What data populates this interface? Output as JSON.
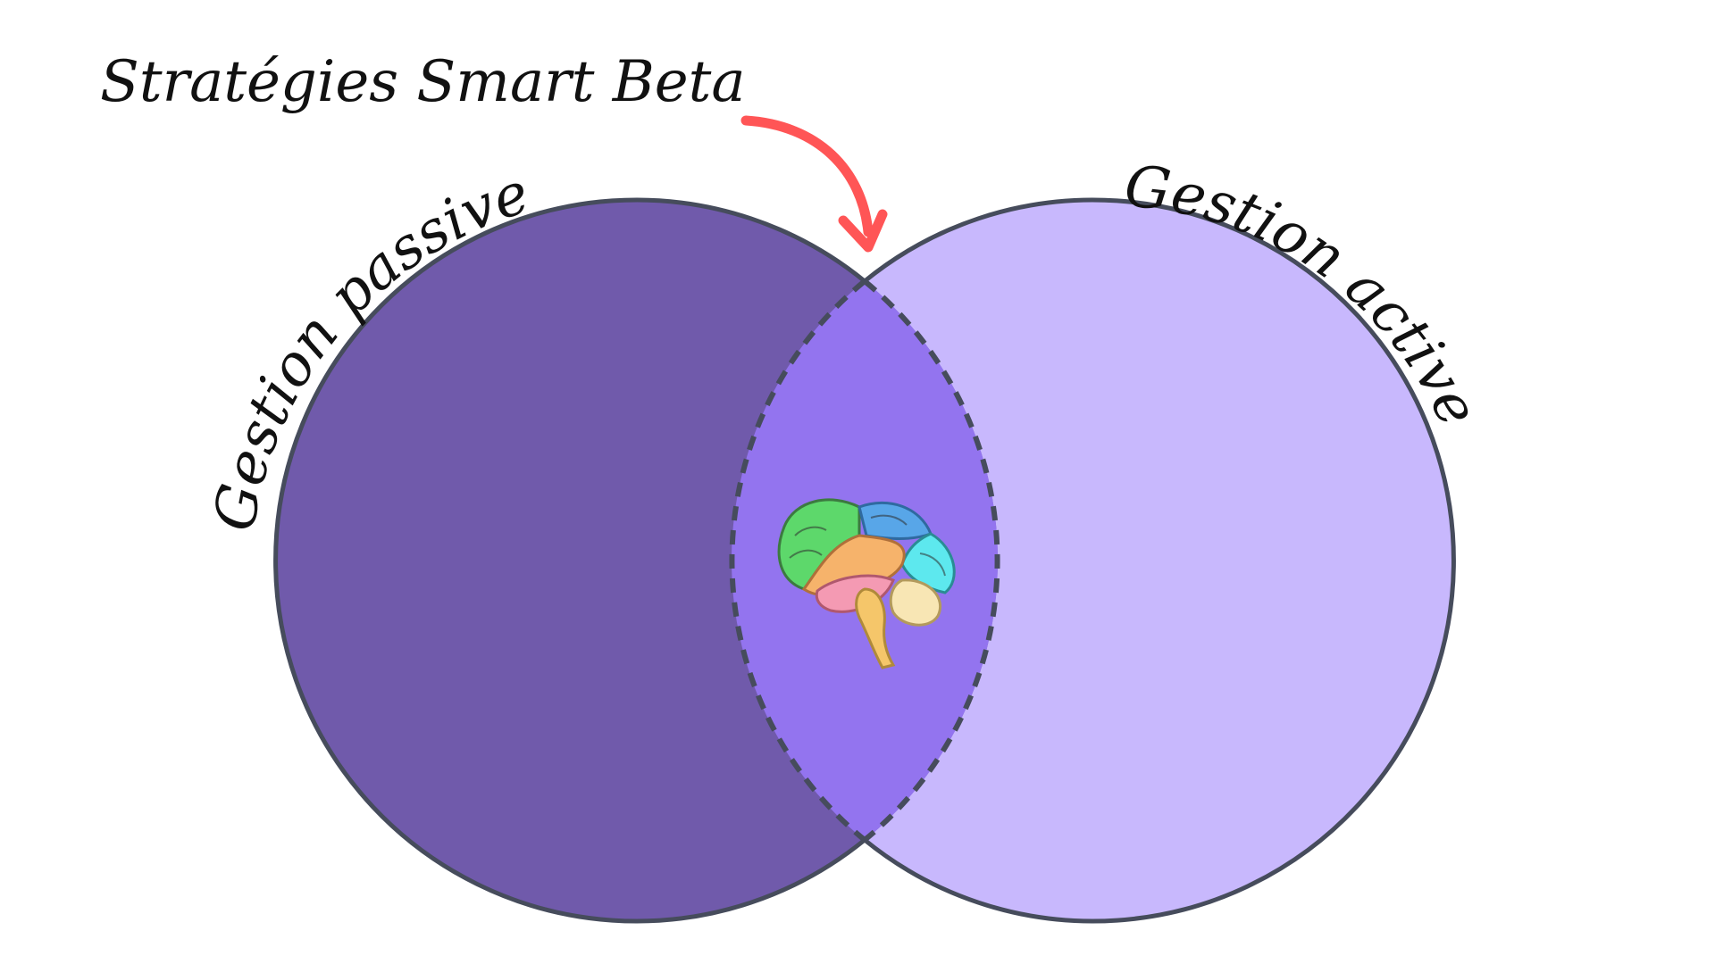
{
  "title": "Stratégies Smart Beta",
  "left_label": "Gestion passive",
  "right_label": "Gestion active",
  "colors": {
    "left_circle": "#705aab",
    "right_circle": "#c8b8fd",
    "intersection": "#9374ef",
    "outline": "#464c5c",
    "arrow": "#ff5556",
    "text": "#111111"
  },
  "icons": {
    "center": "brain-icon",
    "pointer": "curved-arrow-icon"
  }
}
